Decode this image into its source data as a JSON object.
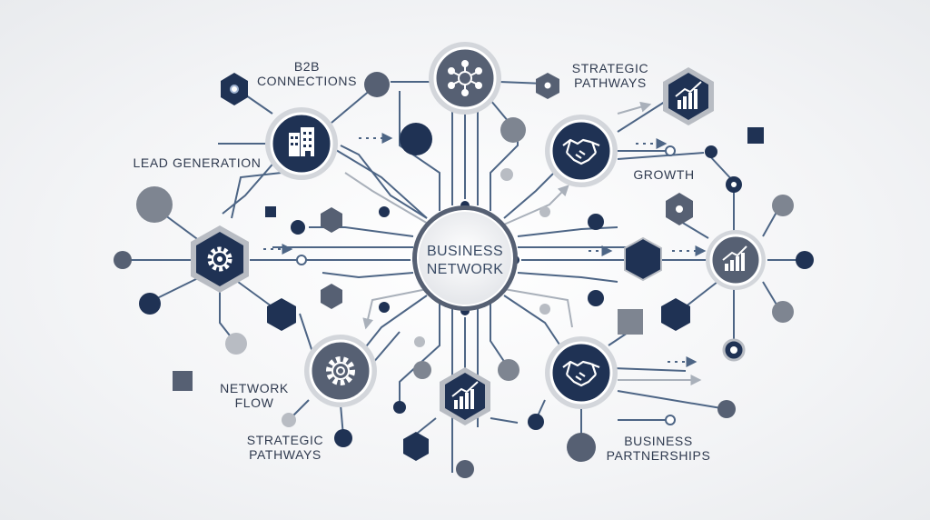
{
  "hub": {
    "line1": "BUSINESS",
    "line2": "NETWORK"
  },
  "labels": {
    "b2b_1": "B2B",
    "b2b_2": "CONNECTIONS",
    "strategic_top_1": "STRATEGIC",
    "strategic_top_2": "PATHWAYS",
    "lead_generation": "LEAD GENERATION",
    "growth": "GROWTH",
    "network_flow_1": "NETWORK",
    "network_flow_2": "FLOW",
    "strategic_bottom_1": "STRATEGIC",
    "strategic_bottom_2": "PATHWAYS",
    "partnerships_1": "BUSINESS",
    "partnerships_2": "PARTNERSHIPS"
  },
  "icons": {
    "b2b": "building-icon",
    "network_top": "network-icon",
    "strategic_top": "bar-chart-icon",
    "lead": "gear-icon",
    "growth_handshake": "handshake-icon",
    "growth_chart": "bar-chart-icon",
    "network_flow": "gear-icon",
    "bottom_chart": "bar-chart-icon",
    "partnerships": "handshake-icon"
  },
  "colors": {
    "navy": "#1f3254",
    "slate": "#566073",
    "gray": "#7e8591",
    "light_gray": "#b8bcc3",
    "ring": "#d6d9de",
    "wire": "#4d6585"
  }
}
